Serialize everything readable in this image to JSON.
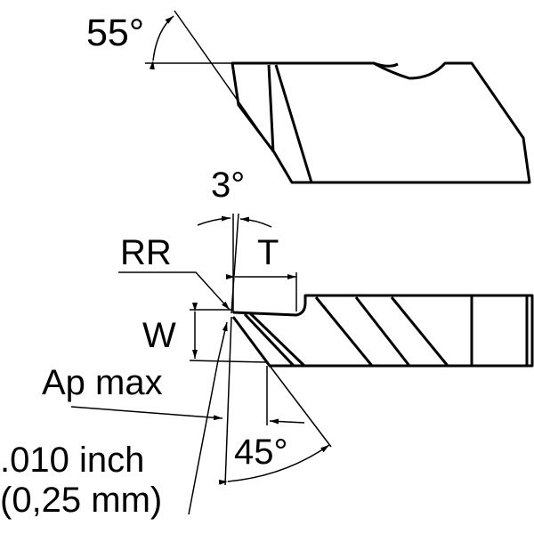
{
  "labels": {
    "top_angle": "55°",
    "clearance_angle": "3°",
    "corner_radius": "RR",
    "tab_length": "T",
    "width": "W",
    "max_depth": "Ap max",
    "lead_angle": "45°",
    "chamfer_inch": ".010 inch",
    "chamfer_mm": "(0,25 mm)"
  },
  "colors": {
    "line": "#000000",
    "background": "#ffffff"
  }
}
